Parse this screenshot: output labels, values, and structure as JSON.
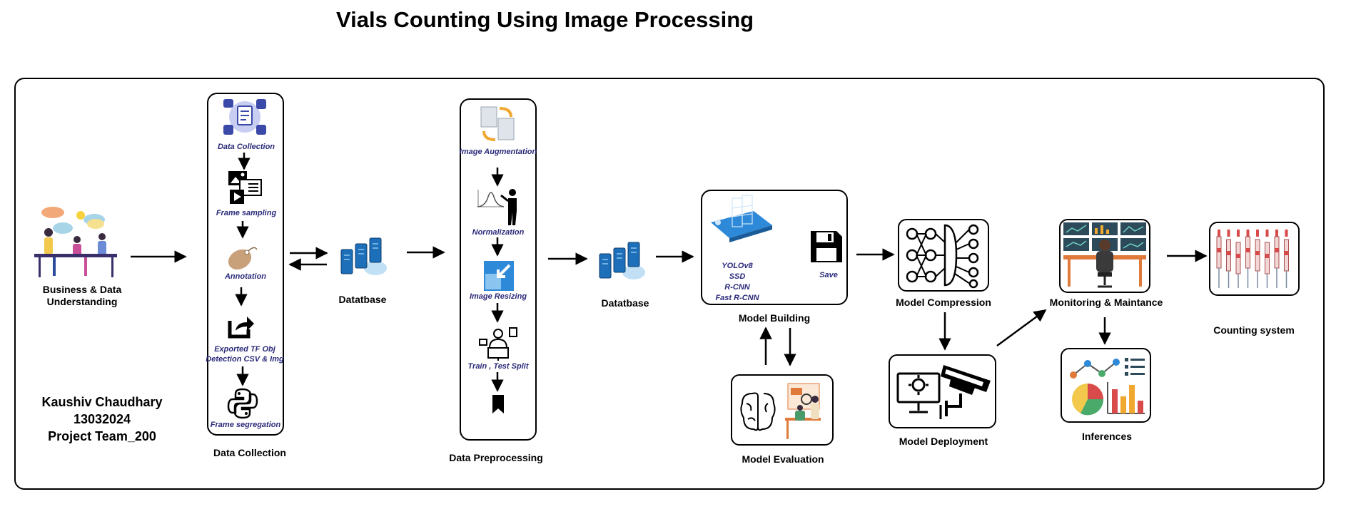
{
  "title": "Vials Counting Using Image Processing",
  "author": {
    "name": "Kaushiv Chaudhary",
    "id": "13032024",
    "team": "Project Team_200"
  },
  "stages": {
    "business": "Business &  Data Understanding",
    "business_line1": "Business &  Data",
    "business_line2": "Understanding",
    "data_collection": "Data Collection",
    "database1": "Datatbase",
    "data_preprocessing": "Data Preprocessing",
    "database2": "Datatbase",
    "model_building": "Model Building",
    "model_evaluation": "Model Evaluation",
    "model_compression": "Model Compression",
    "model_deployment": "Model Deployment",
    "monitoring": "Monitoring & Maintance",
    "inferences": "Inferences",
    "counting_system": "Counting system"
  },
  "collection_steps": [
    "Data Collection",
    "Frame sampling",
    "Annotation",
    "Exported TF Obj",
    "Detection CSV & Img",
    "Frame segregation"
  ],
  "preprocessing_steps": [
    "Image Augmentation",
    "Normalization",
    "Image Resizing",
    "Train , Test Split"
  ],
  "models": [
    "YOLOv8",
    "SSD",
    "R-CNN",
    "Fast R-CNN"
  ],
  "save_label": "Save",
  "icons": [
    "meeting-icon",
    "data-collection-icon",
    "frame-sampling-icon",
    "annotation-icon",
    "export-icon",
    "python-icon",
    "database-icon",
    "augmentation-icon",
    "normalization-icon",
    "resize-icon",
    "split-icon",
    "bookmark-icon",
    "blueprint-icon",
    "save-icon",
    "neural-network-icon",
    "evaluation-icon",
    "deployment-icon",
    "monitoring-icon",
    "inferences-icon",
    "vials-icon"
  ],
  "colors": {
    "accent_text": "#2b2a7a",
    "stroke": "#000000",
    "server_blue": "#1c6fb8"
  }
}
